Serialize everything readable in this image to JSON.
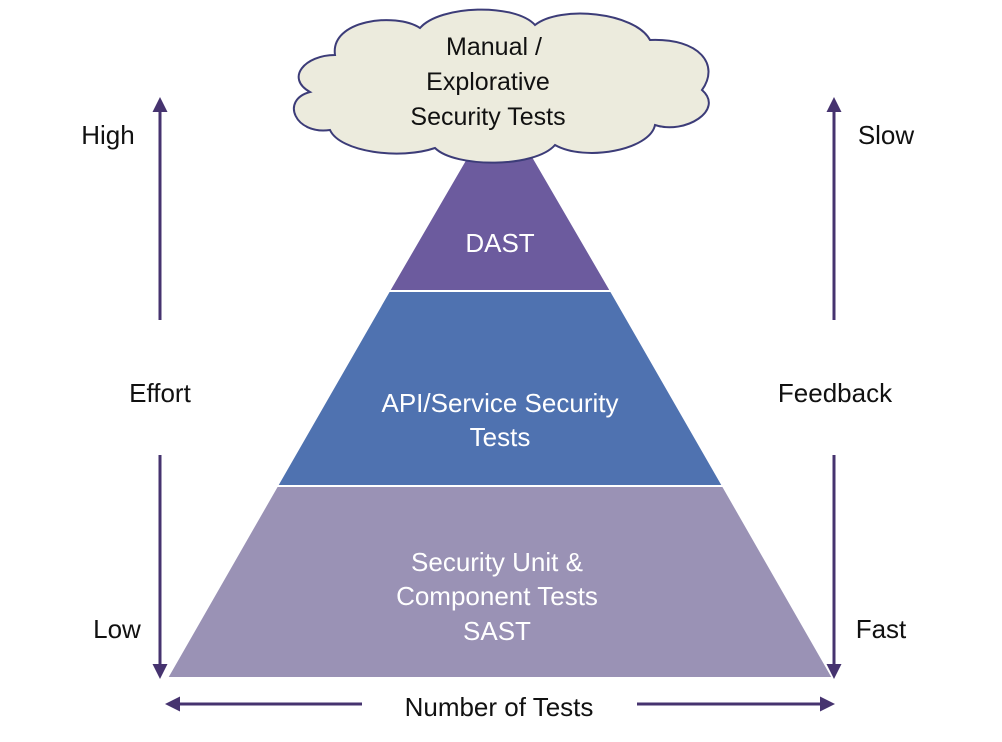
{
  "cloud": {
    "lines": [
      "Manual /",
      "Explorative",
      "Security Tests"
    ]
  },
  "pyramid": {
    "top_label": "DAST",
    "middle_lines": [
      "API/Service Security",
      "Tests"
    ],
    "bottom_lines": [
      "Security Unit &",
      "Component Tests",
      "SAST"
    ]
  },
  "left_axis": {
    "high": "High",
    "name": "Effort",
    "low": "Low"
  },
  "right_axis": {
    "slow": "Slow",
    "name": "Feedback",
    "fast": "Fast"
  },
  "bottom_axis": {
    "label": "Number of Tests"
  },
  "colors": {
    "top_tier": "#6c5b9e",
    "middle_tier": "#4f72b0",
    "bottom_tier": "#9a92b5",
    "cloud_fill": "#ecebdd",
    "cloud_stroke": "#3c3c78",
    "arrow": "#46336f",
    "tier_text": "#ffffff",
    "label_text": "#111111"
  }
}
